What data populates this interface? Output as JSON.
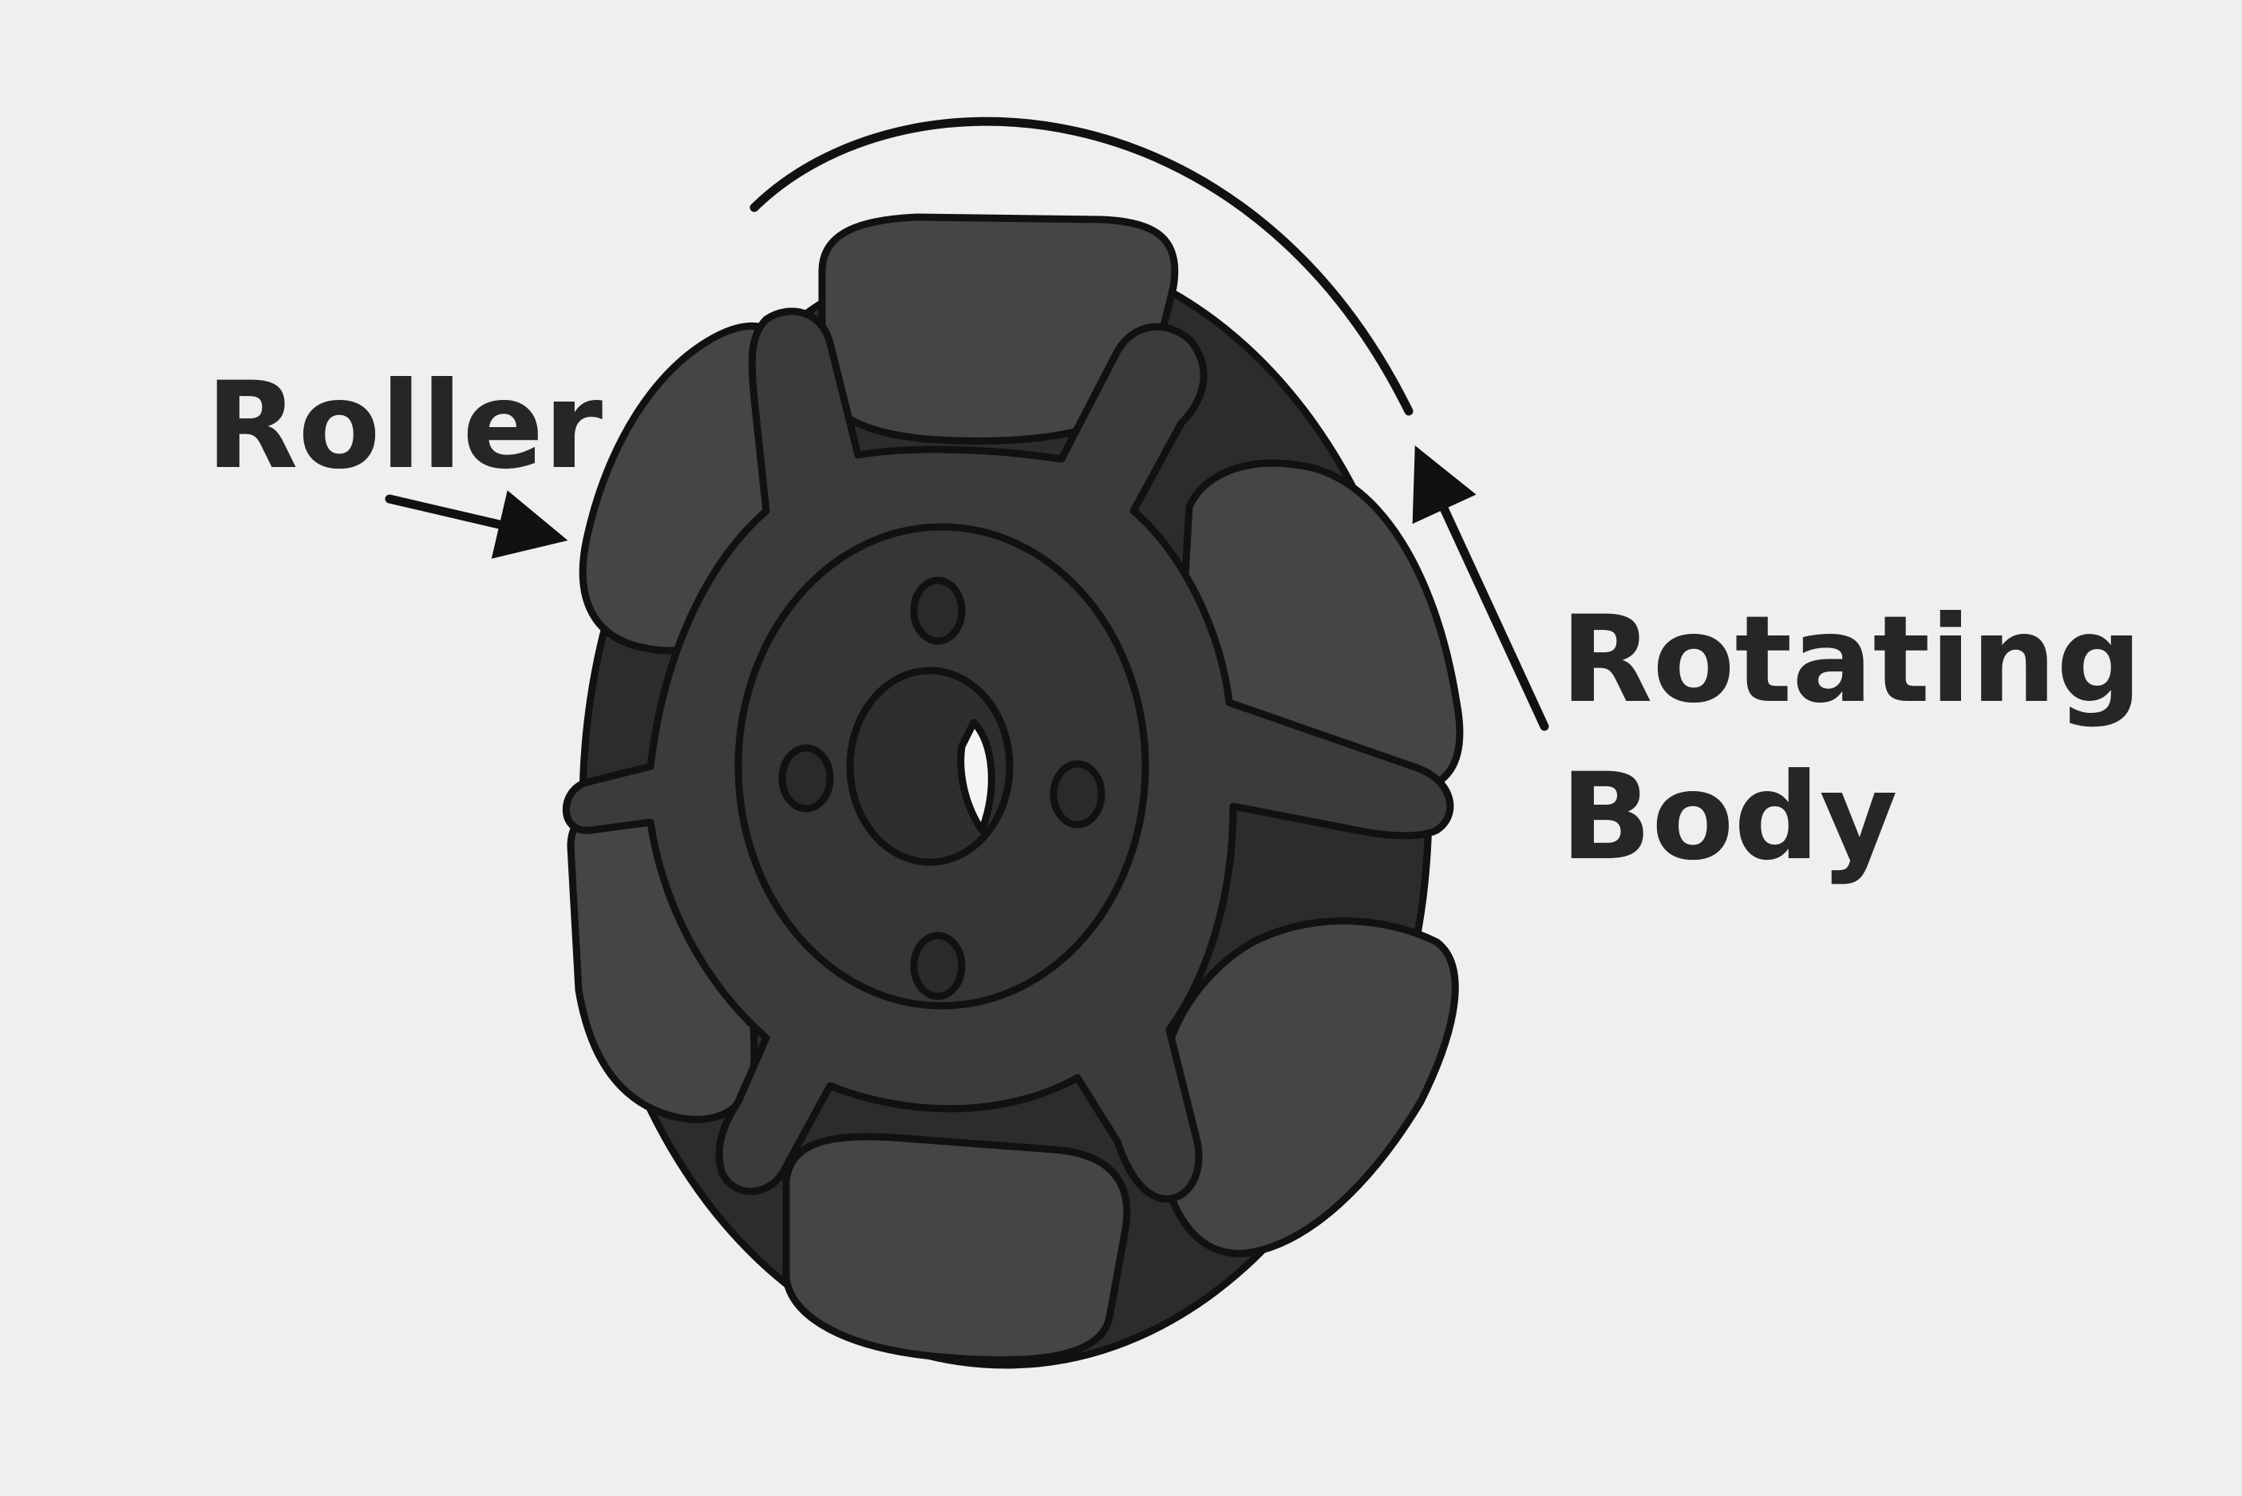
{
  "labels": {
    "roller": "Roller",
    "rotating_body_line1": "Rotating",
    "rotating_body_line2": "Body"
  },
  "colors": {
    "background": "#efefef",
    "outline": "#111111",
    "wheel_body": "#3b3b3b",
    "roller": "#454545",
    "roller_shadow": "#2c2c2c",
    "hub": "#363636",
    "hole": "#2a2a2a",
    "label": "#262626"
  },
  "icons": {
    "wheel": "omni-wheel-illustration",
    "arrow_roller": "pointer-arrow",
    "arrow_body": "pointer-arrow",
    "rotation_arc": "curved-rotation-line"
  }
}
